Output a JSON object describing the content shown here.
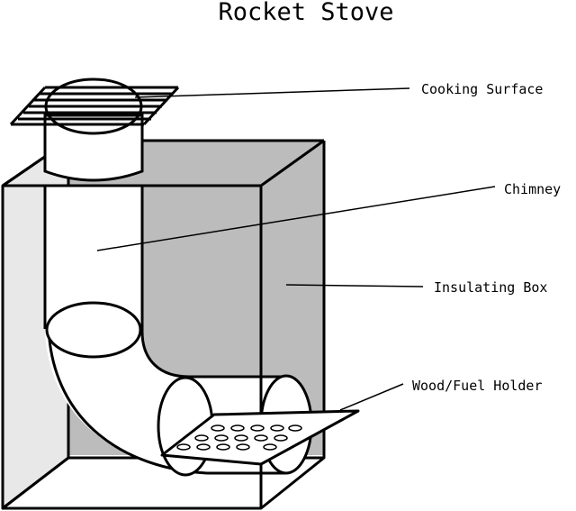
{
  "title": "Rocket Stove",
  "labels": {
    "cooking_surface": "Cooking Surface",
    "chimney": "Chimney",
    "insulating_box": "Insulating Box",
    "fuel_holder": "Wood/Fuel Holder"
  },
  "colors": {
    "outline": "#000000",
    "inner_wall": "#bcbcbc",
    "side_wall": "#e8e8e8",
    "background": "#ffffff"
  }
}
